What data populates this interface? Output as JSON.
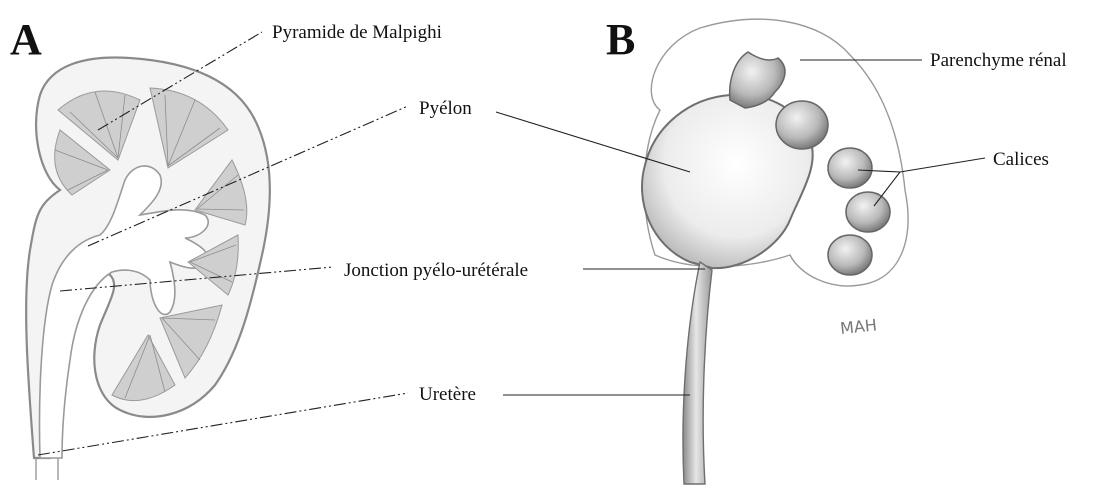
{
  "panels": {
    "a": {
      "letter": "A"
    },
    "b": {
      "letter": "B"
    }
  },
  "labels": {
    "pyramide": "Pyramide de Malpighi",
    "pyelon": "Pyélon",
    "jonction": "Jonction pyélo-urétérale",
    "uretere": "Uretère",
    "parenchyme": "Parenchyme rénal",
    "calices": "Calices"
  },
  "signature": "MAH"
}
